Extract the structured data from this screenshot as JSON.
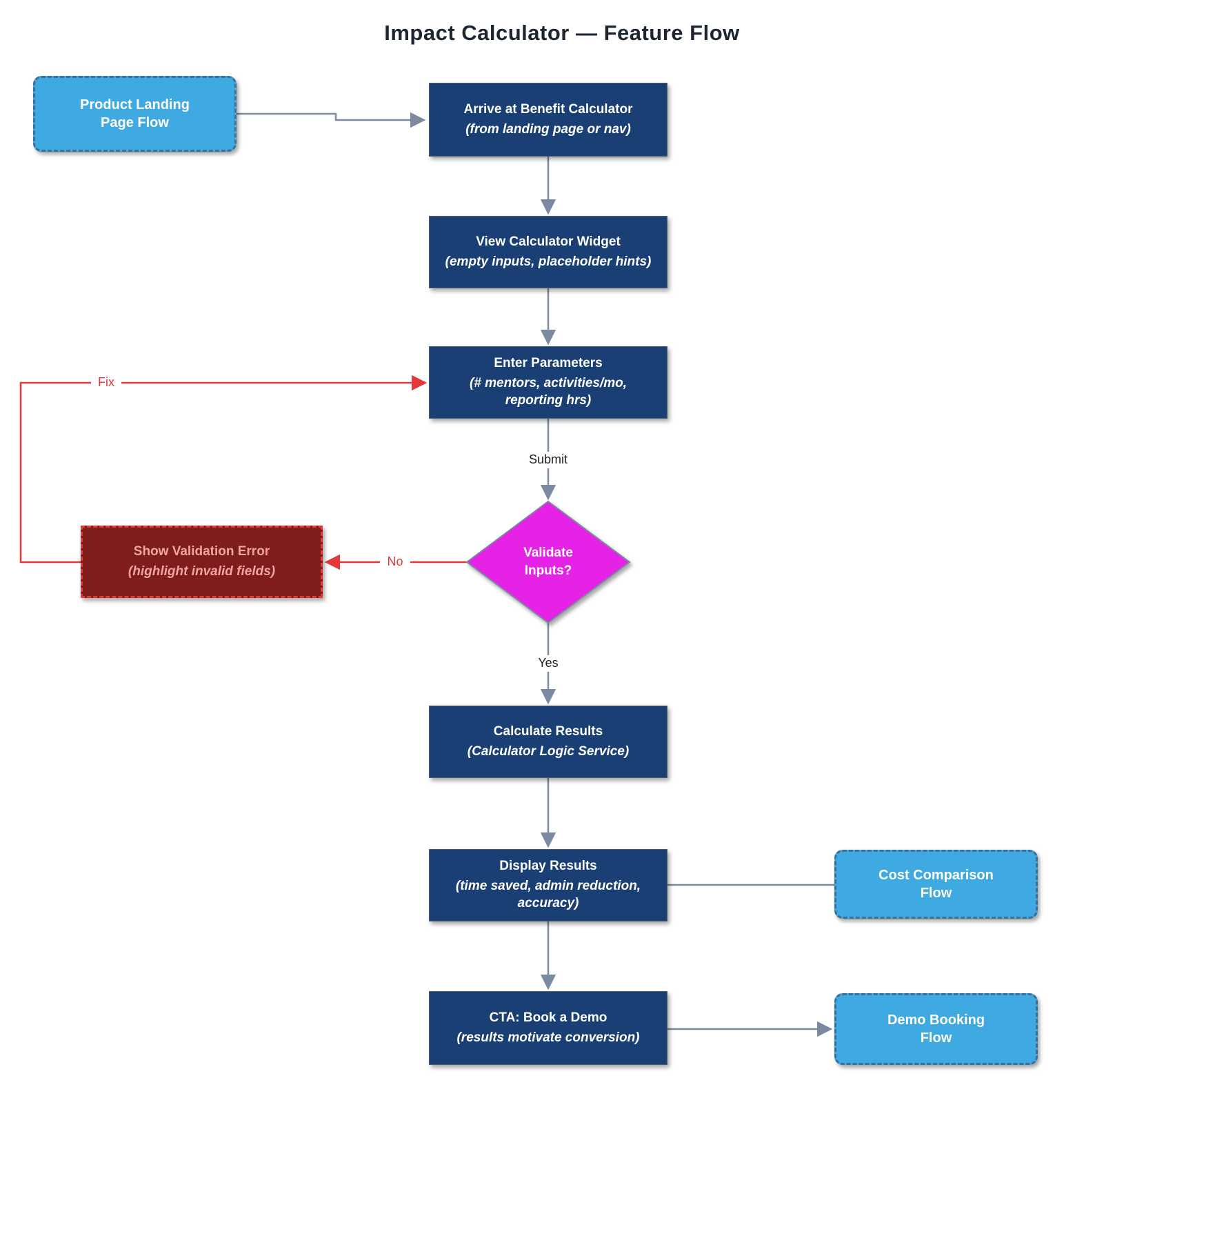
{
  "title": "Impact Calculator — Feature Flow",
  "colors": {
    "process_fill": "#193f75",
    "external_fill": "#3fa9e1",
    "external_border": "#3c6e97",
    "error_fill": "#7f1d1d",
    "error_border": "#e5383b",
    "error_text": "#f1a3a3",
    "decision_fill": "#e520e5",
    "edge_gray": "#7b8aa0",
    "edge_red": "#e5383b"
  },
  "nodes": {
    "product_landing": {
      "title": "Product Landing\nPage Flow"
    },
    "arrive": {
      "title": "Arrive at Benefit Calculator",
      "sub": "(from landing page or nav)"
    },
    "view_widget": {
      "title": "View Calculator Widget",
      "sub": "(empty inputs, placeholder hints)"
    },
    "enter_params": {
      "title": "Enter Parameters",
      "sub": "(# mentors, activities/mo,\nreporting hrs)"
    },
    "validate": {
      "title": "Validate\nInputs?"
    },
    "show_error": {
      "title": "Show Validation Error",
      "sub": "(highlight invalid fields)"
    },
    "calculate": {
      "title": "Calculate Results",
      "sub": "(Calculator Logic Service)"
    },
    "display_results": {
      "title": "Display Results",
      "sub": "(time saved, admin reduction,\naccuracy)"
    },
    "cta": {
      "title": "CTA: Book a Demo",
      "sub": "(results motivate conversion)"
    },
    "cost_comparison": {
      "title": "Cost Comparison\nFlow"
    },
    "demo_booking": {
      "title": "Demo Booking\nFlow"
    }
  },
  "edges": [
    {
      "from": "product_landing",
      "to": "arrive",
      "label": ""
    },
    {
      "from": "arrive",
      "to": "view_widget",
      "label": ""
    },
    {
      "from": "view_widget",
      "to": "enter_params",
      "label": ""
    },
    {
      "from": "enter_params",
      "to": "validate",
      "label": "Submit"
    },
    {
      "from": "validate",
      "to": "calculate",
      "label": "Yes"
    },
    {
      "from": "validate",
      "to": "show_error",
      "label": "No"
    },
    {
      "from": "show_error",
      "to": "enter_params",
      "label": "Fix"
    },
    {
      "from": "calculate",
      "to": "display_results",
      "label": ""
    },
    {
      "from": "display_results",
      "to": "cost_comparison",
      "label": ""
    },
    {
      "from": "display_results",
      "to": "cta",
      "label": ""
    },
    {
      "from": "cta",
      "to": "demo_booking",
      "label": ""
    }
  ]
}
